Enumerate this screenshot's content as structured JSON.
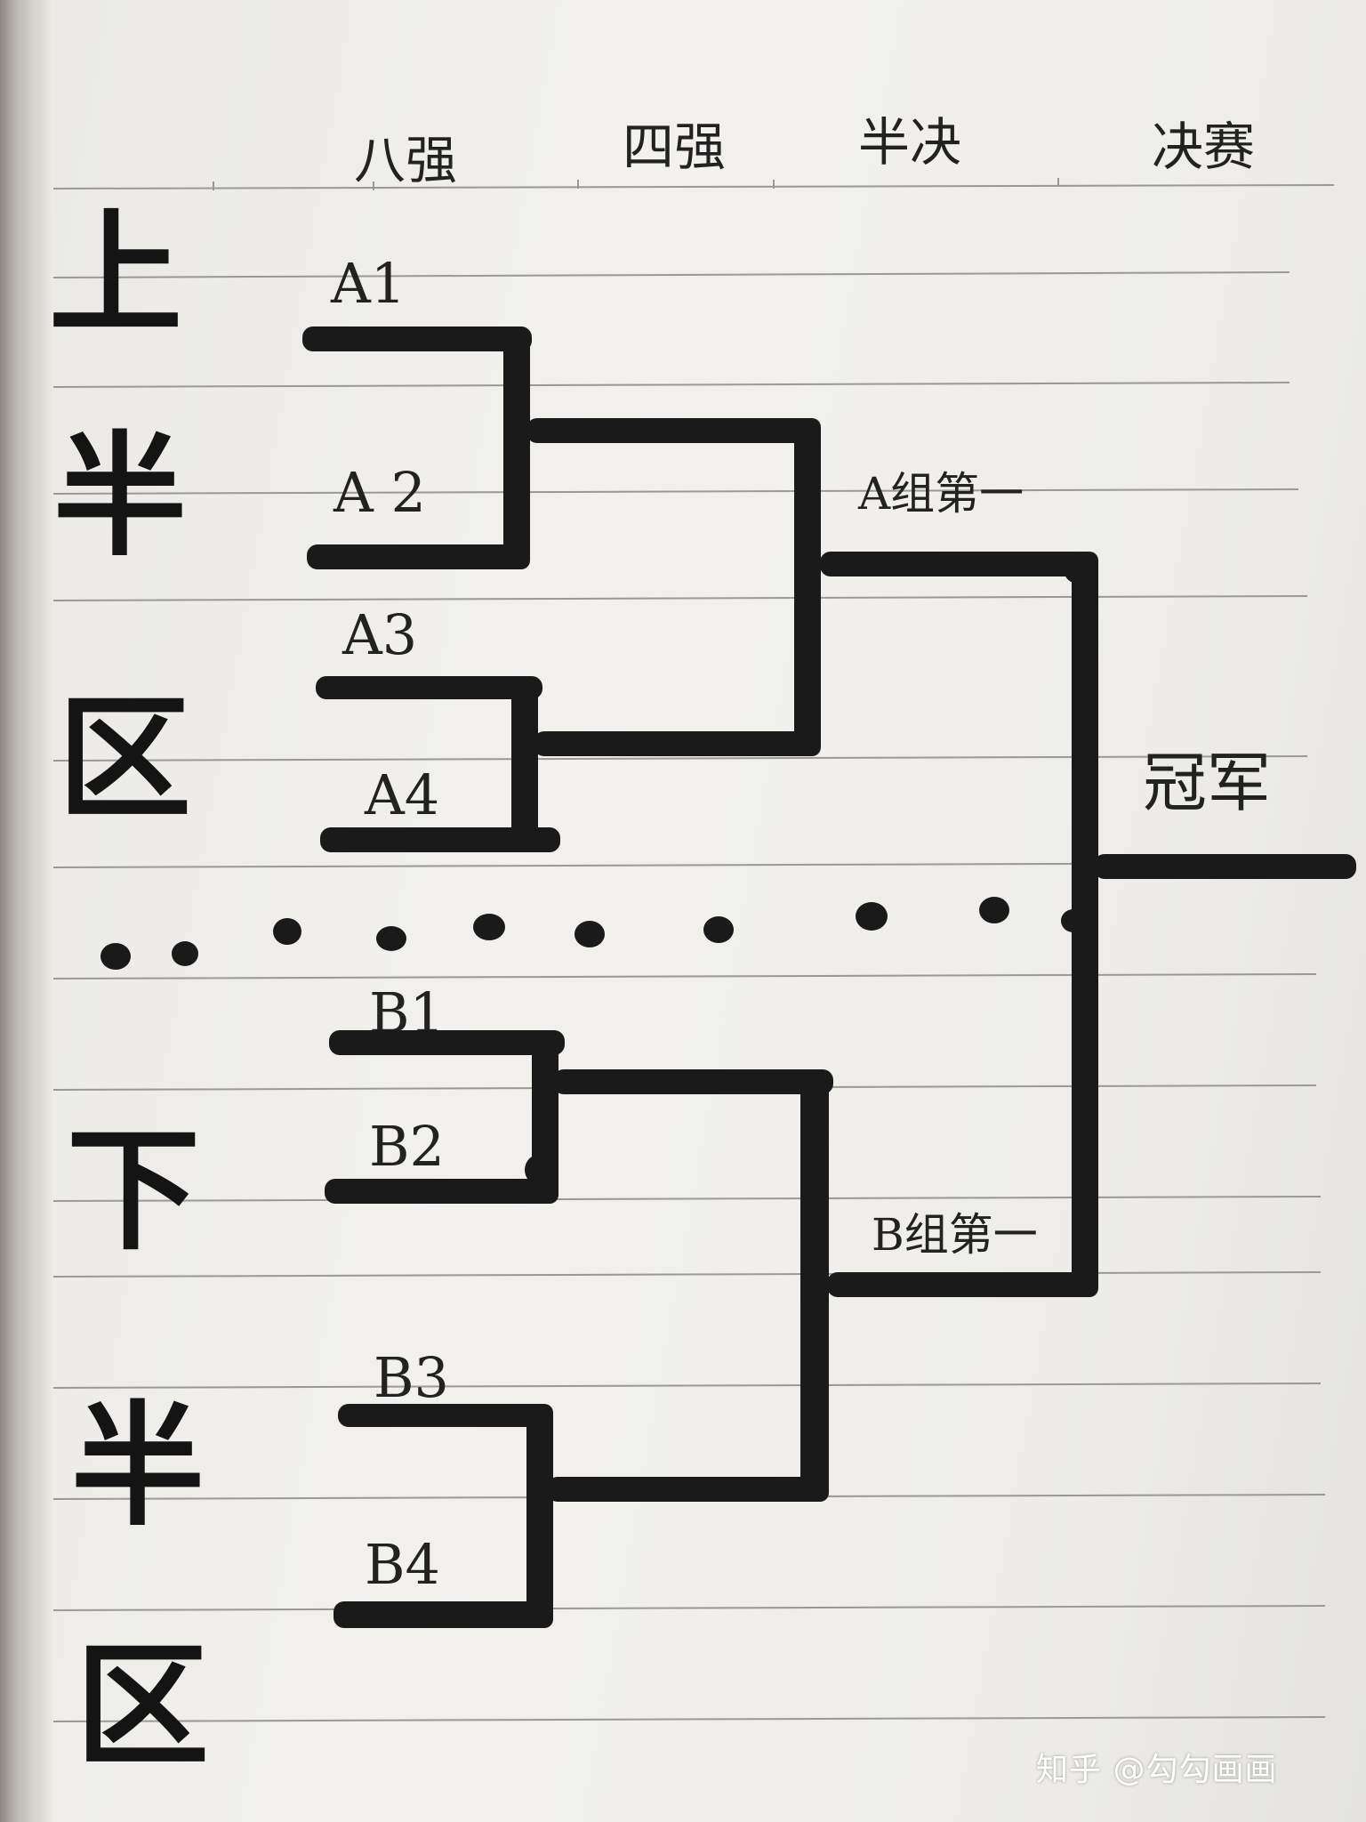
{
  "rounds": [
    "八强",
    "四强",
    "半决",
    "决赛"
  ],
  "halves": {
    "top": [
      "上",
      "半",
      "区"
    ],
    "bottom": [
      "下",
      "半",
      "区"
    ]
  },
  "teams": {
    "A1": "A1",
    "A2": "A 2",
    "A3": "A3",
    "A4": "A4",
    "B1": "B1",
    "B2": "B2",
    "B3": "B3",
    "B4": "B4"
  },
  "group_winners": {
    "A": "A组第一",
    "B": "B组第一"
  },
  "champion": "冠军",
  "watermark": "知乎 @勾勾画画",
  "colors": {
    "ink": "#1b1a1a",
    "paper": "#f0efeb",
    "rule_line": "#9b9895"
  }
}
